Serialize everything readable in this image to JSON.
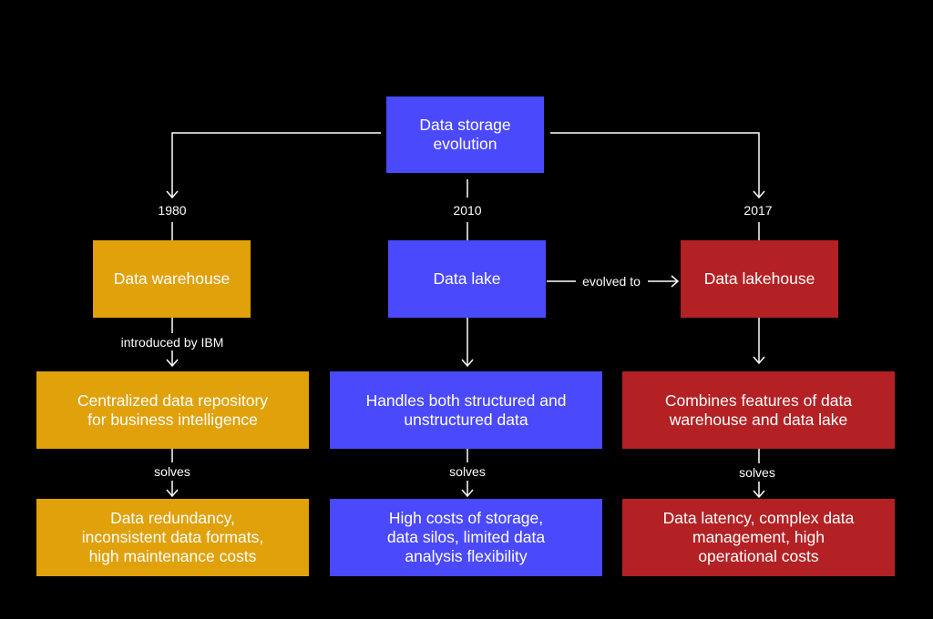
{
  "root": {
    "label": "Data storage\nevolution"
  },
  "years": {
    "left": "1980",
    "middle": "2010",
    "right": "2017"
  },
  "columns": {
    "warehouse": {
      "title": "Data warehouse",
      "edge_label": "introduced by IBM",
      "description": "Centralized data repository\nfor business intelligence",
      "solves_label": "solves",
      "problems": "Data redundancy,\ninconsistent data formats,\nhigh maintenance costs"
    },
    "lake": {
      "title": "Data lake",
      "description": "Handles both structured and\nunstructured data",
      "solves_label": "solves",
      "problems": "High costs of storage,\ndata silos, limited data\nanalysis flexibility"
    },
    "lakehouse": {
      "title": "Data lakehouse",
      "description": "Combines features of data\nwarehouse and data lake",
      "solves_label": "solves",
      "problems": "Data latency, complex data\nmanagement, high\noperational costs"
    }
  },
  "evolved_label": "evolved to",
  "colors": {
    "blue": "#4a49fb",
    "gold": "#e0a10b",
    "red": "#b32124",
    "background": "#000000",
    "line": "#ffffff"
  }
}
